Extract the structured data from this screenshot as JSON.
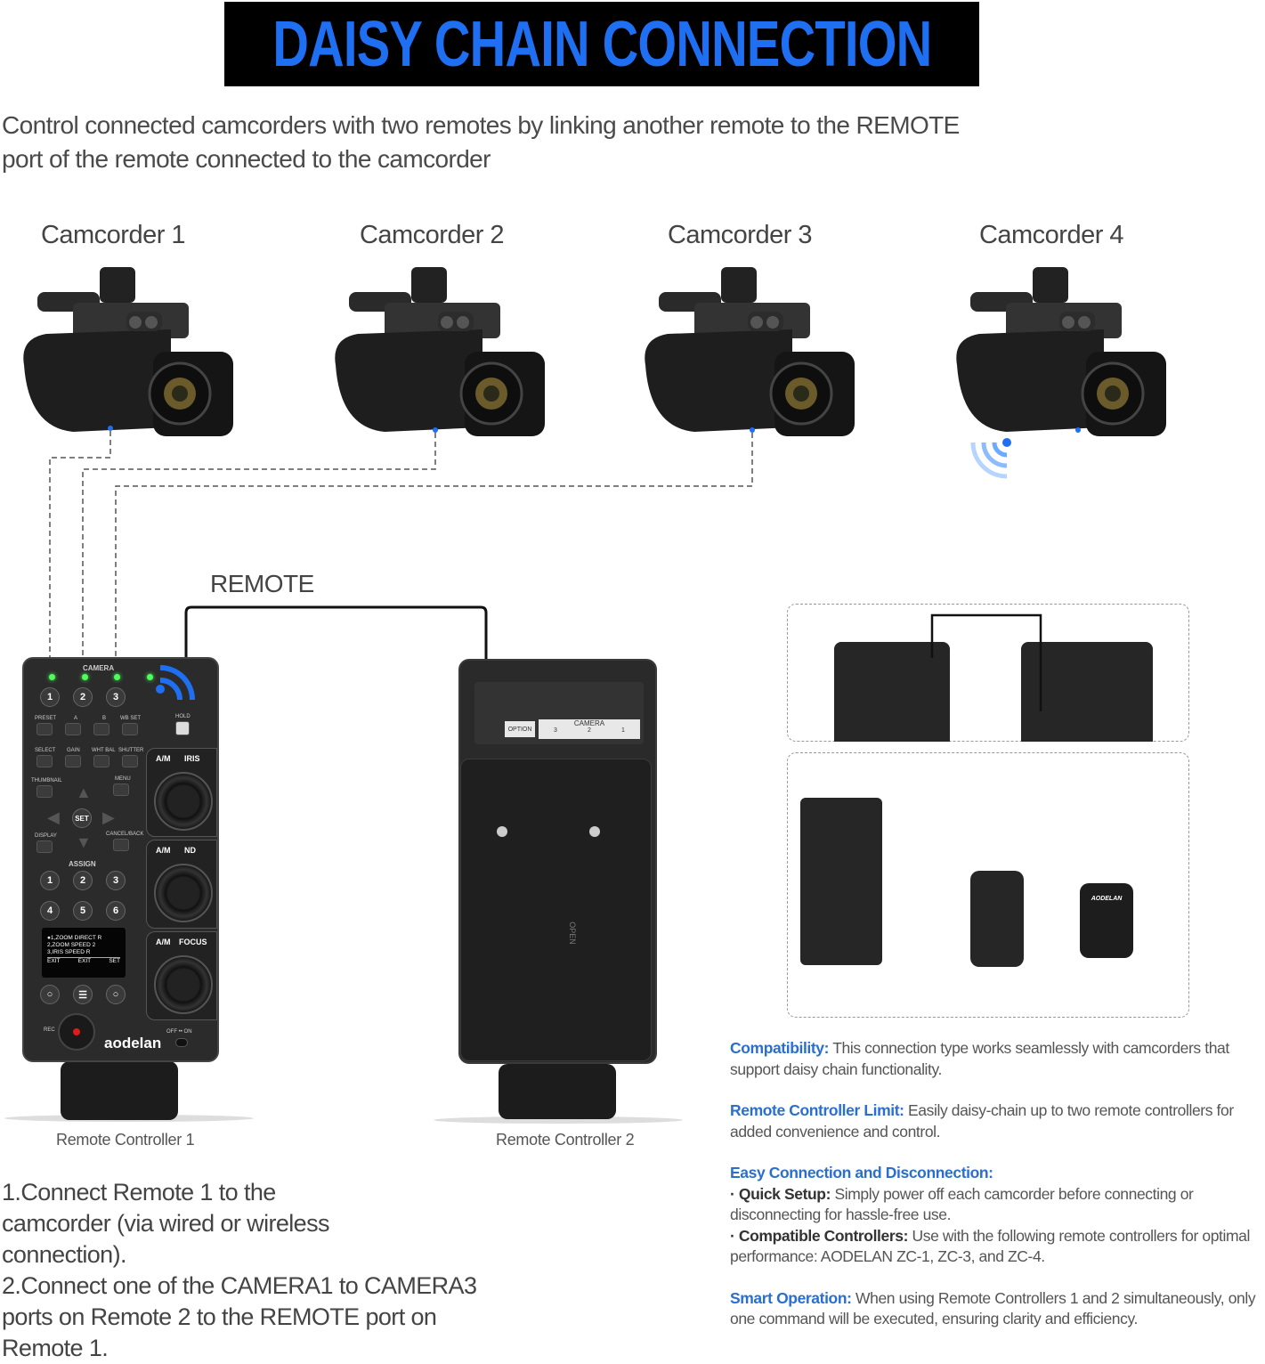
{
  "title": "DAISY CHAIN CONNECTION",
  "subtitle": "Control connected camcorders with two remotes by linking another remote to the REMOTE port of the remote connected to the camcorder",
  "camcorders": [
    {
      "label": "Camcorder 1"
    },
    {
      "label": "Camcorder 2"
    },
    {
      "label": "Camcorder 3"
    },
    {
      "label": "Camcorder 4",
      "connection": "wireless"
    }
  ],
  "remote_cable_label": "REMOTE",
  "remote1": {
    "caption": "Remote Controller 1",
    "header": "CAMERA",
    "camera_buttons": [
      "1",
      "2",
      "3"
    ],
    "top_labels": [
      "PRESET",
      "A",
      "B",
      "WB SET",
      "HOLD"
    ],
    "row2_labels": [
      "SELECT",
      "GAIN",
      "WHT BAL",
      "SHUTTER"
    ],
    "thumbnail": "THUMBNAIL",
    "menu": "MENU",
    "set": "SET",
    "display": "DISPLAY",
    "cancel": "CANCEL/BACK",
    "assign": "ASSIGN",
    "assign_buttons": [
      "1",
      "2",
      "3",
      "4",
      "5",
      "6"
    ],
    "screen_lines": [
      "●1,ZOOM DIRECT R",
      "2,ZOOM SPEED 2",
      "3,IRIS SPEED R"
    ],
    "screen_soft": [
      "EXIT",
      "EXIT",
      "SET"
    ],
    "dials": [
      {
        "mode": "A/M",
        "name": "IRIS"
      },
      {
        "mode": "A/M",
        "name": "ND"
      },
      {
        "mode": "A/M",
        "name": "FOCUS"
      }
    ],
    "rec": "REC",
    "power": "OFF •• ON",
    "brand": "aodelan"
  },
  "remote2": {
    "caption": "Remote Controller 2",
    "port_option": "OPTION",
    "port_camera": "CAMERA",
    "port_numbers": [
      "3",
      "2",
      "1"
    ],
    "open_label": "OPEN"
  },
  "steps": [
    "1.Connect Remote 1 to the camcorder (via wired or wireless connection).",
    "2.Connect one of the CAMERA1 to CAMERA3 ports on Remote 2 to the REMOTE port on Remote 1."
  ],
  "info": {
    "compat_head": "Compatibility:",
    "compat_text": " This connection type works seamlessly with camcorders that support daisy chain functionality.",
    "limit_head": "Remote Controller Limit:",
    "limit_text": "  Easily daisy-chain up to two remote controllers for added convenience and control.",
    "easy_head": "Easy Connection and Disconnection:",
    "quick_head": "Quick Setup:",
    "quick_text": " Simply power off each camcorder before connecting or disconnecting for hassle-free use.",
    "ctrl_head": "Compatible Controllers:",
    "ctrl_text": " Use with the following remote controllers for optimal performance: AODELAN ZC-1, ZC-3, and ZC-4.",
    "smart_head": "Smart Operation:",
    "smart_text": " When using Remote Controllers 1 and 2 simultaneously, only one command will be executed, ensuring clarity and efficiency."
  },
  "colors": {
    "accent": "#1f6ff2",
    "heading_blue": "#2a6fcf",
    "device": "#2b2b2b",
    "led": "#4dff5a",
    "rec": "#e01b1b"
  },
  "product_brand": "AODELAN"
}
